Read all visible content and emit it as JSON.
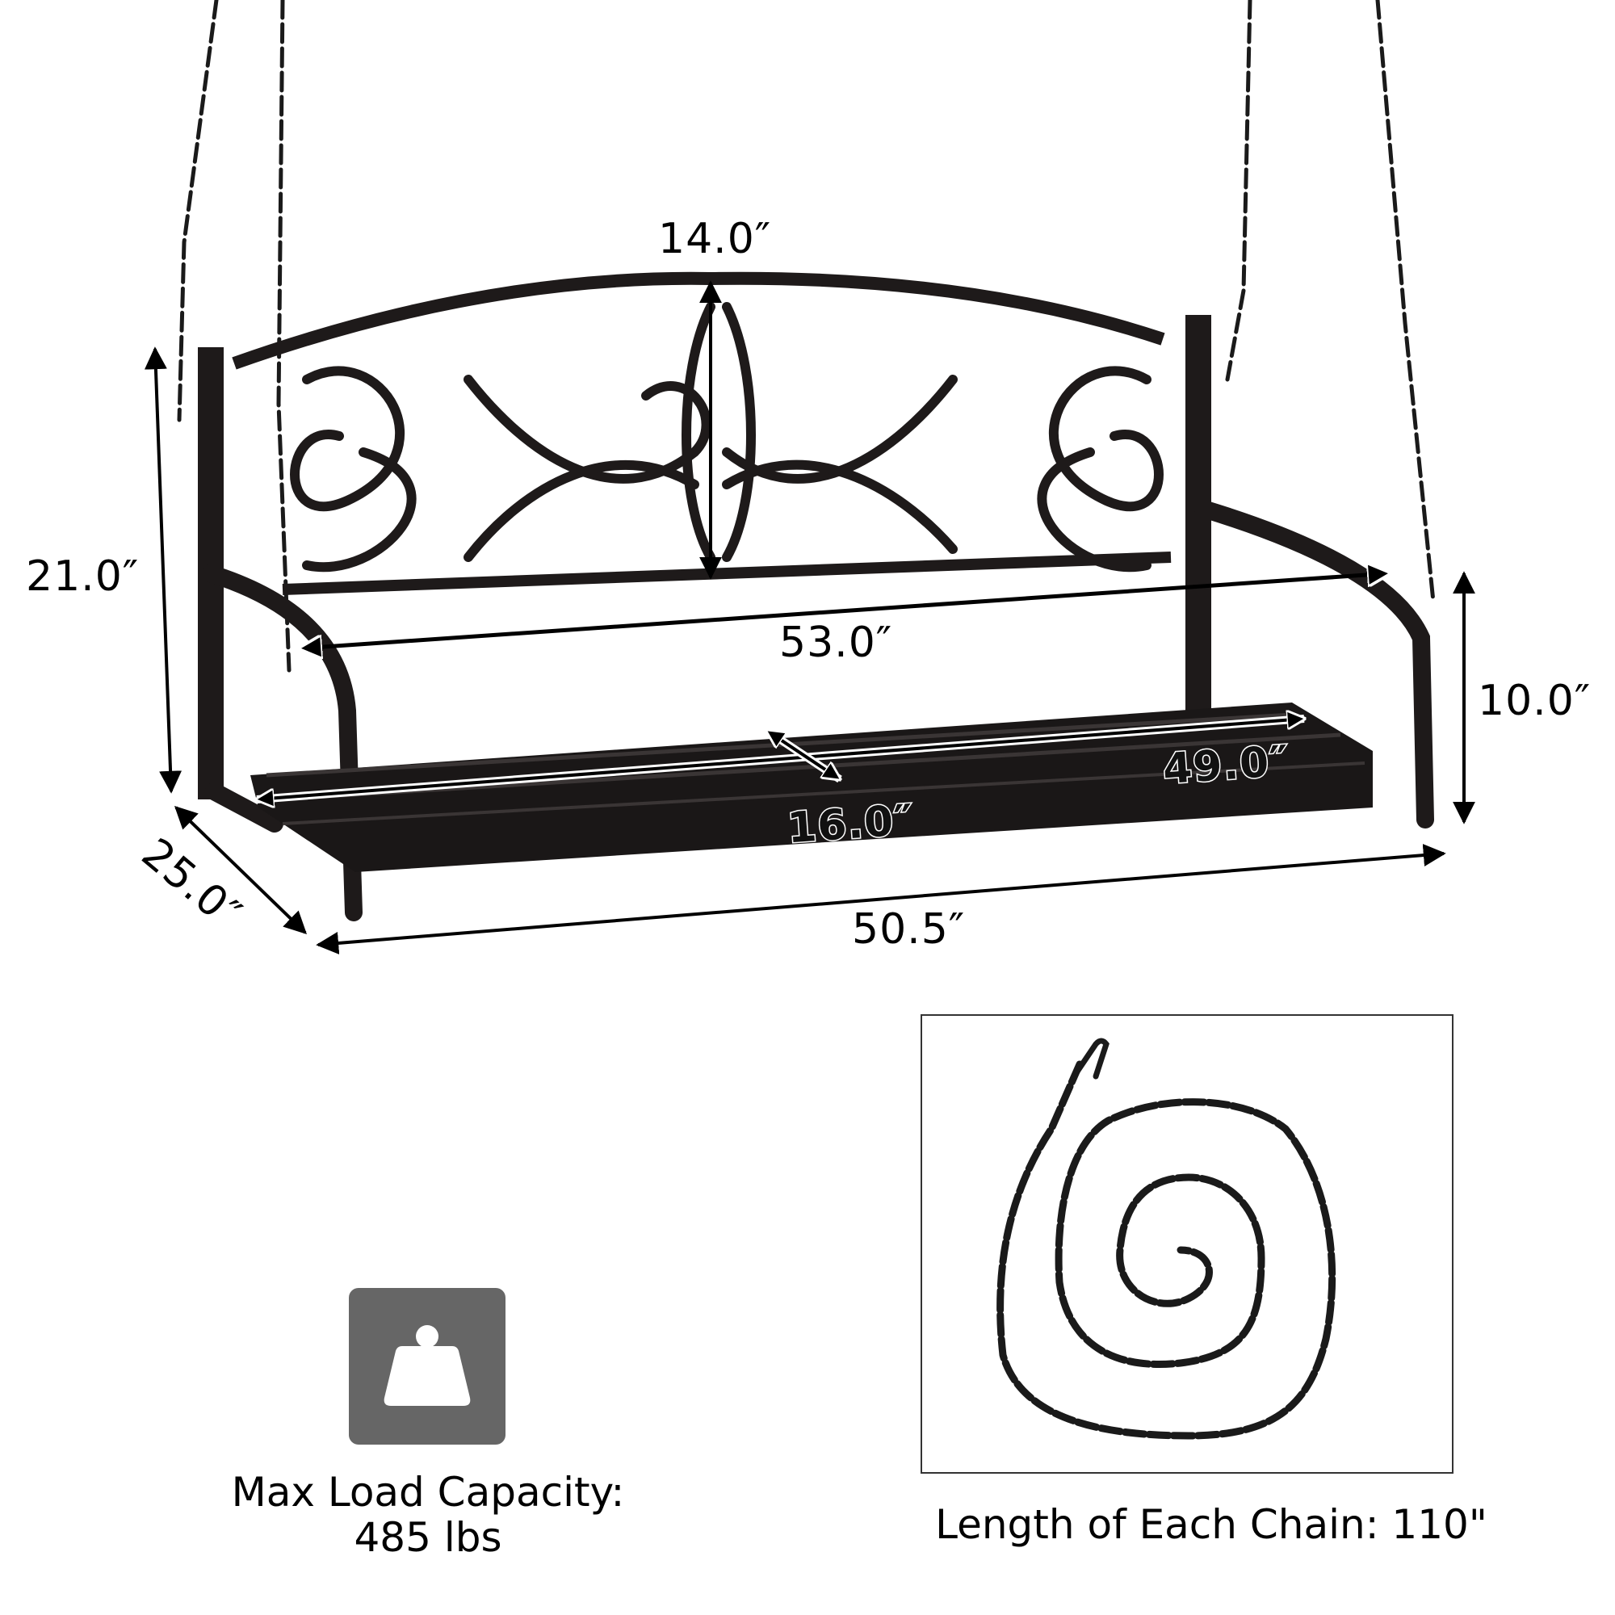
{
  "product": {
    "name": "porch-swing-bench",
    "frame_color": "#1e1a1a",
    "accent_dim_color": "#000000"
  },
  "dimensions": {
    "backrest_height": "14.0″",
    "total_height": "21.0″",
    "depth": "25.0″",
    "armrest_span": "53.0″",
    "seat_width": "49.0″",
    "seat_depth": "16.0″",
    "arm_height": "10.0″",
    "overall_width": "50.5″"
  },
  "features": {
    "load": {
      "icon": "weight-icon",
      "icon_color": "#666666",
      "line1": "Max Load Capacity:",
      "line2": "485 lbs"
    },
    "chain": {
      "icon": "chain-photo",
      "caption": "Length of Each Chain: 110\""
    }
  }
}
